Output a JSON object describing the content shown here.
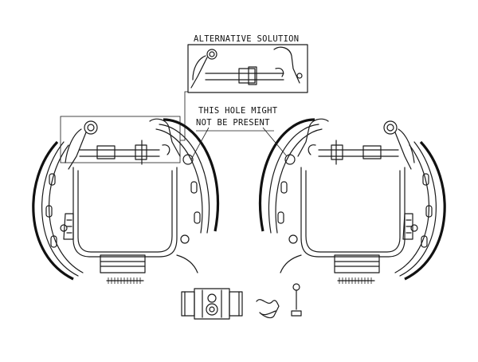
{
  "callouts": {
    "alternative_solution": "ALTERNATIVE SOLUTION",
    "hole_note_line1": "THIS HOLE MIGHT",
    "hole_note_line2": "NOT BE PRESENT"
  },
  "colors": {
    "line": "#1a1a1a",
    "background": "#ffffff"
  }
}
